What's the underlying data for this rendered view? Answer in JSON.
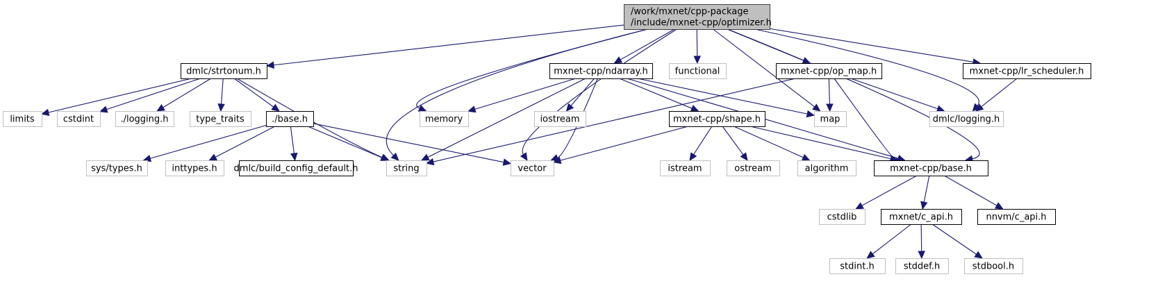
{
  "title": "Include dependency graph for optimizer.h",
  "colors": {
    "edge": "#191970",
    "root_fill": "#bfbfbf",
    "root_border": "#404040",
    "documented_border": "#000000",
    "external_border": "#bfbfbf",
    "node_fill": "#ffffff"
  },
  "nodes": [
    {
      "id": "root",
      "lines": [
        "/work/mxnet/cpp-package",
        "/include/mxnet-cpp/optimizer.h"
      ],
      "kind": "root"
    },
    {
      "id": "strtonum",
      "lines": [
        "dmlc/strtonum.h"
      ],
      "kind": "documented"
    },
    {
      "id": "ndarray",
      "lines": [
        "mxnet-cpp/ndarray.h"
      ],
      "kind": "documented"
    },
    {
      "id": "functional",
      "lines": [
        "functional"
      ],
      "kind": "external"
    },
    {
      "id": "op_map",
      "lines": [
        "mxnet-cpp/op_map.h"
      ],
      "kind": "documented"
    },
    {
      "id": "lr_scheduler",
      "lines": [
        "mxnet-cpp/lr_scheduler.h"
      ],
      "kind": "documented"
    },
    {
      "id": "limits",
      "lines": [
        "limits"
      ],
      "kind": "external"
    },
    {
      "id": "cstdint",
      "lines": [
        "cstdint"
      ],
      "kind": "external"
    },
    {
      "id": "logging_local",
      "lines": [
        "./logging.h"
      ],
      "kind": "external"
    },
    {
      "id": "type_traits",
      "lines": [
        "type_traits"
      ],
      "kind": "external"
    },
    {
      "id": "base_local",
      "lines": [
        "./base.h"
      ],
      "kind": "documented"
    },
    {
      "id": "memory",
      "lines": [
        "memory"
      ],
      "kind": "external"
    },
    {
      "id": "iostream",
      "lines": [
        "iostream"
      ],
      "kind": "external"
    },
    {
      "id": "shape",
      "lines": [
        "mxnet-cpp/shape.h"
      ],
      "kind": "documented"
    },
    {
      "id": "map",
      "lines": [
        "map"
      ],
      "kind": "external"
    },
    {
      "id": "dmlc_logging",
      "lines": [
        "dmlc/logging.h"
      ],
      "kind": "external"
    },
    {
      "id": "sys_types",
      "lines": [
        "sys/types.h"
      ],
      "kind": "external"
    },
    {
      "id": "inttypes",
      "lines": [
        "inttypes.h"
      ],
      "kind": "external"
    },
    {
      "id": "build_config",
      "lines": [
        "dmlc/build_config_default.h"
      ],
      "kind": "documented"
    },
    {
      "id": "string",
      "lines": [
        "string"
      ],
      "kind": "external"
    },
    {
      "id": "vector",
      "lines": [
        "vector"
      ],
      "kind": "external"
    },
    {
      "id": "istream",
      "lines": [
        "istream"
      ],
      "kind": "external"
    },
    {
      "id": "ostream",
      "lines": [
        "ostream"
      ],
      "kind": "external"
    },
    {
      "id": "algorithm",
      "lines": [
        "algorithm"
      ],
      "kind": "external"
    },
    {
      "id": "mx_base",
      "lines": [
        "mxnet-cpp/base.h"
      ],
      "kind": "documented"
    },
    {
      "id": "cstdlib",
      "lines": [
        "cstdlib"
      ],
      "kind": "external"
    },
    {
      "id": "c_api",
      "lines": [
        "mxnet/c_api.h"
      ],
      "kind": "documented"
    },
    {
      "id": "nnvm_c_api",
      "lines": [
        "nnvm/c_api.h"
      ],
      "kind": "documented"
    },
    {
      "id": "stdint",
      "lines": [
        "stdint.h"
      ],
      "kind": "external"
    },
    {
      "id": "stddef",
      "lines": [
        "stddef.h"
      ],
      "kind": "external"
    },
    {
      "id": "stdbool",
      "lines": [
        "stdbool.h"
      ],
      "kind": "external"
    }
  ],
  "edges": [
    [
      "root",
      "strtonum"
    ],
    [
      "root",
      "string"
    ],
    [
      "root",
      "memory"
    ],
    [
      "root",
      "vector"
    ],
    [
      "root",
      "ndarray"
    ],
    [
      "root",
      "functional"
    ],
    [
      "root",
      "map"
    ],
    [
      "root",
      "op_map"
    ],
    [
      "root",
      "mx_base"
    ],
    [
      "root",
      "dmlc_logging"
    ],
    [
      "root",
      "lr_scheduler"
    ],
    [
      "strtonum",
      "limits"
    ],
    [
      "strtonum",
      "cstdint"
    ],
    [
      "strtonum",
      "logging_local"
    ],
    [
      "strtonum",
      "type_traits"
    ],
    [
      "strtonum",
      "base_local"
    ],
    [
      "strtonum",
      "string"
    ],
    [
      "base_local",
      "sys_types"
    ],
    [
      "base_local",
      "inttypes"
    ],
    [
      "base_local",
      "build_config"
    ],
    [
      "base_local",
      "string"
    ],
    [
      "base_local",
      "vector"
    ],
    [
      "ndarray",
      "memory"
    ],
    [
      "ndarray",
      "string"
    ],
    [
      "ndarray",
      "iostream"
    ],
    [
      "ndarray",
      "vector"
    ],
    [
      "ndarray",
      "shape"
    ],
    [
      "ndarray",
      "map"
    ],
    [
      "ndarray",
      "mx_base"
    ],
    [
      "op_map",
      "map"
    ],
    [
      "op_map",
      "string"
    ],
    [
      "op_map",
      "mx_base"
    ],
    [
      "op_map",
      "dmlc_logging"
    ],
    [
      "lr_scheduler",
      "dmlc_logging"
    ],
    [
      "shape",
      "vector"
    ],
    [
      "shape",
      "istream"
    ],
    [
      "shape",
      "ostream"
    ],
    [
      "shape",
      "algorithm"
    ],
    [
      "shape",
      "mx_base"
    ],
    [
      "mx_base",
      "cstdlib"
    ],
    [
      "mx_base",
      "c_api"
    ],
    [
      "mx_base",
      "nnvm_c_api"
    ],
    [
      "c_api",
      "stdint"
    ],
    [
      "c_api",
      "stddef"
    ],
    [
      "c_api",
      "stdbool"
    ]
  ]
}
